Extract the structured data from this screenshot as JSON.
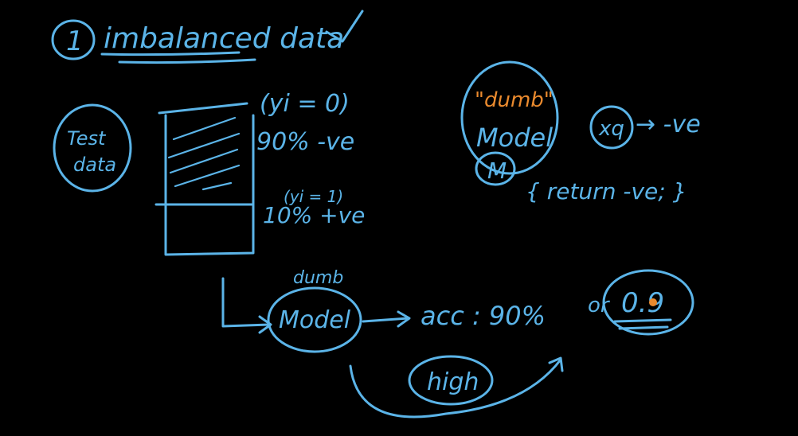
{
  "colors": {
    "background": "#000000",
    "ink": "#5bb4e8",
    "accent": "#ea8a2e"
  },
  "heading": {
    "number": "1",
    "title": "imbalanced data"
  },
  "test_data": {
    "line1": "Test",
    "line2": "data"
  },
  "bar": {
    "top_label": "(yi = 0)",
    "top_pct": "90% -ve",
    "bottom_label": "(yi = 1)",
    "bottom_pct": "10% +ve",
    "negative_fraction": 0.9
  },
  "dumb_model": {
    "quote": "\"dumb\"",
    "model": "Model",
    "m": "M",
    "xq": "xq",
    "arrow_out": "→ -ve",
    "rule": "{ return -ve; }"
  },
  "flow": {
    "dumb": "dumb",
    "model": "Model",
    "acc": "acc : 90%",
    "or": "or",
    "score": "0.9",
    "high": "high"
  }
}
